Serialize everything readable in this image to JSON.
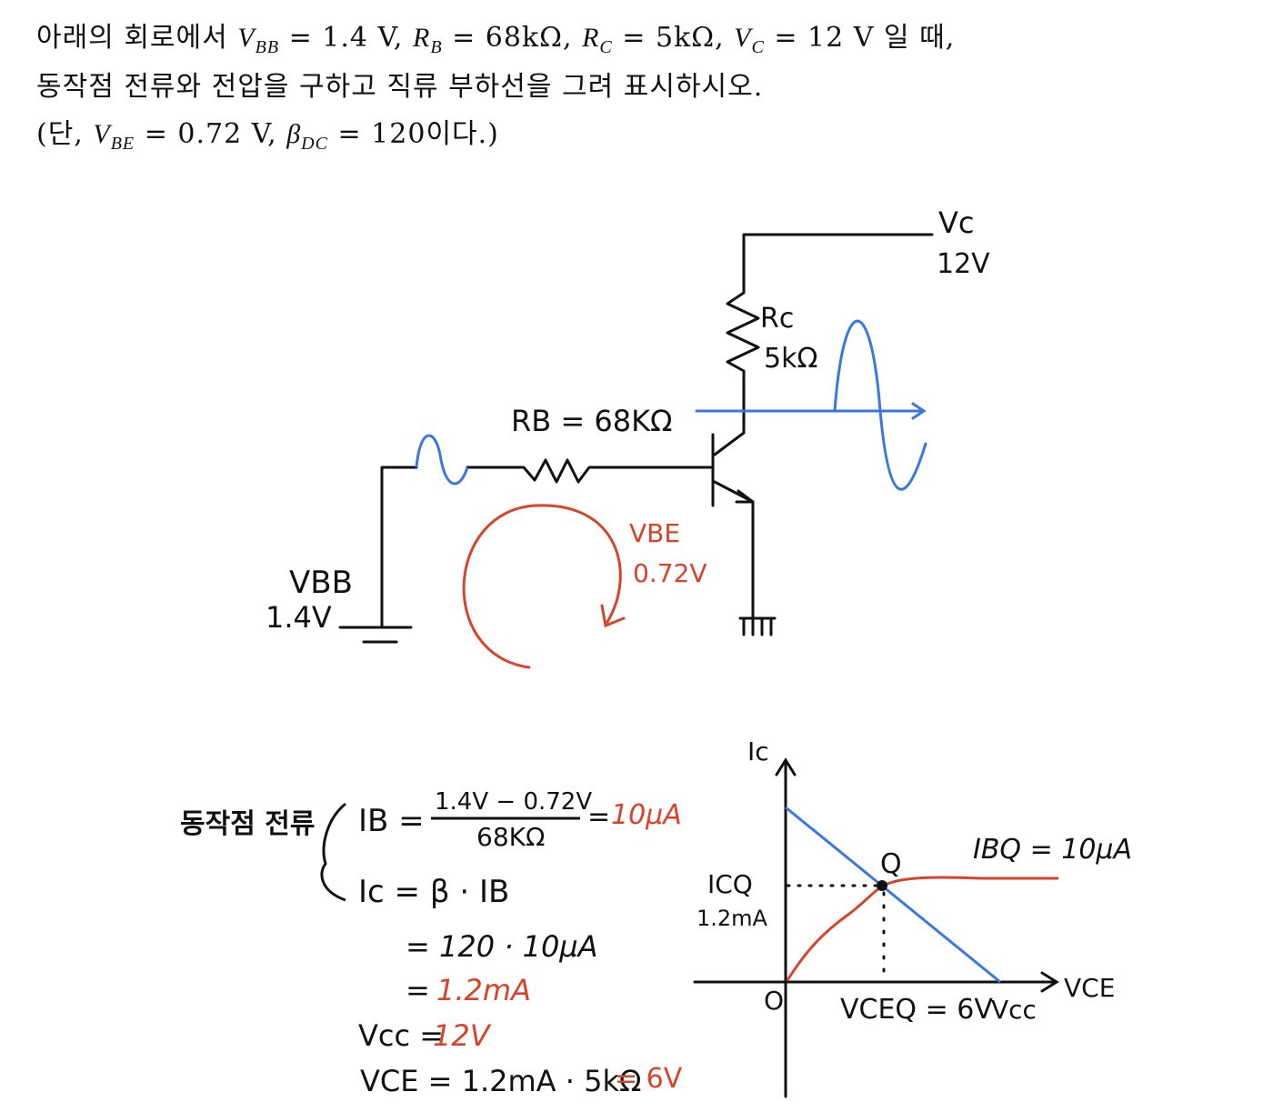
{
  "problem": {
    "line1_prefix": "아래의 회로에서 ",
    "line1_rest": " 일 때,",
    "line2": "동작점 전류와 전압을 구하고 직류 부하선을 그려 표시하시오.",
    "line3_open": "(단, ",
    "line3_close": "이다.)",
    "vbb_expr": "V",
    "vbb_sub": "BB",
    "vbb_val": " = 1.4 V, ",
    "rb_expr": "R",
    "rb_sub": "B",
    "rb_val": " = 68kΩ, ",
    "rc_expr": "R",
    "rc_sub": "C",
    "rc_val": " = 5kΩ, ",
    "vc_expr": "V",
    "vc_sub": "C",
    "vc_val": " = 12 V",
    "vbe_expr": "V",
    "vbe_sub": "BE",
    "vbe_val": " = 0.72 V, ",
    "beta_expr": "β",
    "beta_sub": "DC",
    "beta_val": " =  120"
  },
  "circuit": {
    "vc_label": "Vc",
    "vc_value": "12V",
    "rc_label": "Rc",
    "rc_value": "5kΩ",
    "rb_label": "RB = 68KΩ",
    "vbb_label": "VBB",
    "vbb_value": "1.4V",
    "vbe_label": "VBE",
    "vbe_value": "0.72V"
  },
  "solution": {
    "heading": "동작점 전류",
    "ib_lhs": "IB =",
    "ib_num": "1.4V − 0.72V",
    "ib_den": "68KΩ",
    "ib_eq": "=",
    "ib_result": "10μA",
    "ic_line": "Ic = β · IB",
    "ic_line2": "= 120 · 10μA",
    "ic_eq": "=",
    "ic_result": "1.2mA",
    "vcc_lhs": "Vcc =",
    "vcc_result": "12V",
    "vce_lhs": "VCE = 1.2mA · 5kΩ",
    "vce_result": "= 6V"
  },
  "graph": {
    "y_label": "Ic",
    "x_label": "VCE",
    "origin": "O",
    "q_label": "Q",
    "icq_label": "ICQ",
    "icq_value": "1.2mA",
    "vceq_label": "VCEQ = 6V",
    "vcc_label": "Vcc",
    "ibq_label": "IBQ = 10μA"
  },
  "colors": {
    "ink": "#111111",
    "red": "#d8432c",
    "blue": "#3a78e0"
  }
}
